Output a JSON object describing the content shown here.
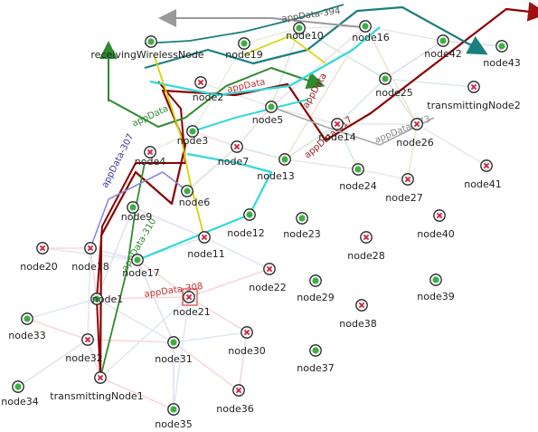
{
  "diagram": {
    "colors": {
      "node_ok": "#3cb043",
      "node_bad": "#d21f3c",
      "node_ring": "#222222",
      "highlight_box": "#d04040"
    },
    "nodes": [
      {
        "id": "receivingNode",
        "label": "receivingWirelessNode",
        "status": "ok"
      },
      {
        "id": "node1",
        "label": "node1",
        "status": "ok"
      },
      {
        "id": "node2",
        "label": "node2",
        "status": "bad"
      },
      {
        "id": "node3",
        "label": "node3",
        "status": "ok"
      },
      {
        "id": "node4",
        "label": "node4",
        "status": "bad"
      },
      {
        "id": "node5",
        "label": "node5",
        "status": "ok"
      },
      {
        "id": "node6",
        "label": "node6",
        "status": "ok"
      },
      {
        "id": "node7",
        "label": "node7",
        "status": "bad"
      },
      {
        "id": "node9",
        "label": "node9",
        "status": "ok"
      },
      {
        "id": "node10",
        "label": "node10",
        "status": "ok"
      },
      {
        "id": "node11",
        "label": "node11",
        "status": "bad"
      },
      {
        "id": "node12",
        "label": "node12",
        "status": "ok"
      },
      {
        "id": "node13",
        "label": "node13",
        "status": "ok"
      },
      {
        "id": "node14",
        "label": "node14",
        "status": "bad"
      },
      {
        "id": "node16",
        "label": "node16",
        "status": "ok"
      },
      {
        "id": "node17",
        "label": "node17",
        "status": "ok"
      },
      {
        "id": "node18",
        "label": "node18",
        "status": "bad"
      },
      {
        "id": "node19",
        "label": "node19",
        "status": "ok"
      },
      {
        "id": "node20",
        "label": "node20",
        "status": "bad"
      },
      {
        "id": "node21",
        "label": "node21",
        "status": "bad"
      },
      {
        "id": "node22",
        "label": "node22",
        "status": "bad"
      },
      {
        "id": "node23",
        "label": "node23",
        "status": "ok"
      },
      {
        "id": "node24",
        "label": "node24",
        "status": "ok"
      },
      {
        "id": "node25",
        "label": "node25",
        "status": "ok"
      },
      {
        "id": "node26",
        "label": "node26",
        "status": "bad"
      },
      {
        "id": "node27",
        "label": "node27",
        "status": "bad"
      },
      {
        "id": "node28",
        "label": "node28",
        "status": "bad"
      },
      {
        "id": "node29",
        "label": "node29",
        "status": "ok"
      },
      {
        "id": "node30",
        "label": "node30",
        "status": "bad"
      },
      {
        "id": "node31",
        "label": "node31",
        "status": "ok"
      },
      {
        "id": "node32",
        "label": "node32",
        "status": "bad"
      },
      {
        "id": "node33",
        "label": "node33",
        "status": "ok"
      },
      {
        "id": "node34",
        "label": "node34",
        "status": "ok"
      },
      {
        "id": "node35",
        "label": "node35",
        "status": "ok"
      },
      {
        "id": "node36",
        "label": "node36",
        "status": "bad"
      },
      {
        "id": "node37",
        "label": "node37",
        "status": "ok"
      },
      {
        "id": "node38",
        "label": "node38",
        "status": "bad"
      },
      {
        "id": "node39",
        "label": "node39",
        "status": "ok"
      },
      {
        "id": "node40",
        "label": "node40",
        "status": "bad"
      },
      {
        "id": "node41",
        "label": "node41",
        "status": "bad"
      },
      {
        "id": "node42",
        "label": "node42",
        "status": "ok"
      },
      {
        "id": "node43",
        "label": "node43",
        "status": "ok"
      },
      {
        "id": "txNode1",
        "label": "transmittingNode1",
        "status": "bad"
      },
      {
        "id": "txNode2",
        "label": "transmittingNode2",
        "status": "bad"
      }
    ],
    "flow_labels": [
      {
        "id": "f394",
        "text": "appData-394",
        "color": "#555555"
      },
      {
        "id": "f307",
        "text": "appData-307",
        "color": "#3a3aa8"
      },
      {
        "id": "f310",
        "text": "appData-310",
        "color": "#2e8b2e"
      },
      {
        "id": "f308",
        "text": "appData-308",
        "color": "#c03030"
      },
      {
        "id": "f417",
        "text": "appData-417",
        "color": "#a02020"
      },
      {
        "id": "f373",
        "text": "appData-373",
        "color": "#888888"
      },
      {
        "id": "f_a",
        "text": "appData",
        "color": "#c03030"
      },
      {
        "id": "f_b",
        "text": "appData",
        "color": "#2e8b2e"
      },
      {
        "id": "f_c",
        "text": "appData",
        "color": "#8b2020"
      }
    ]
  }
}
